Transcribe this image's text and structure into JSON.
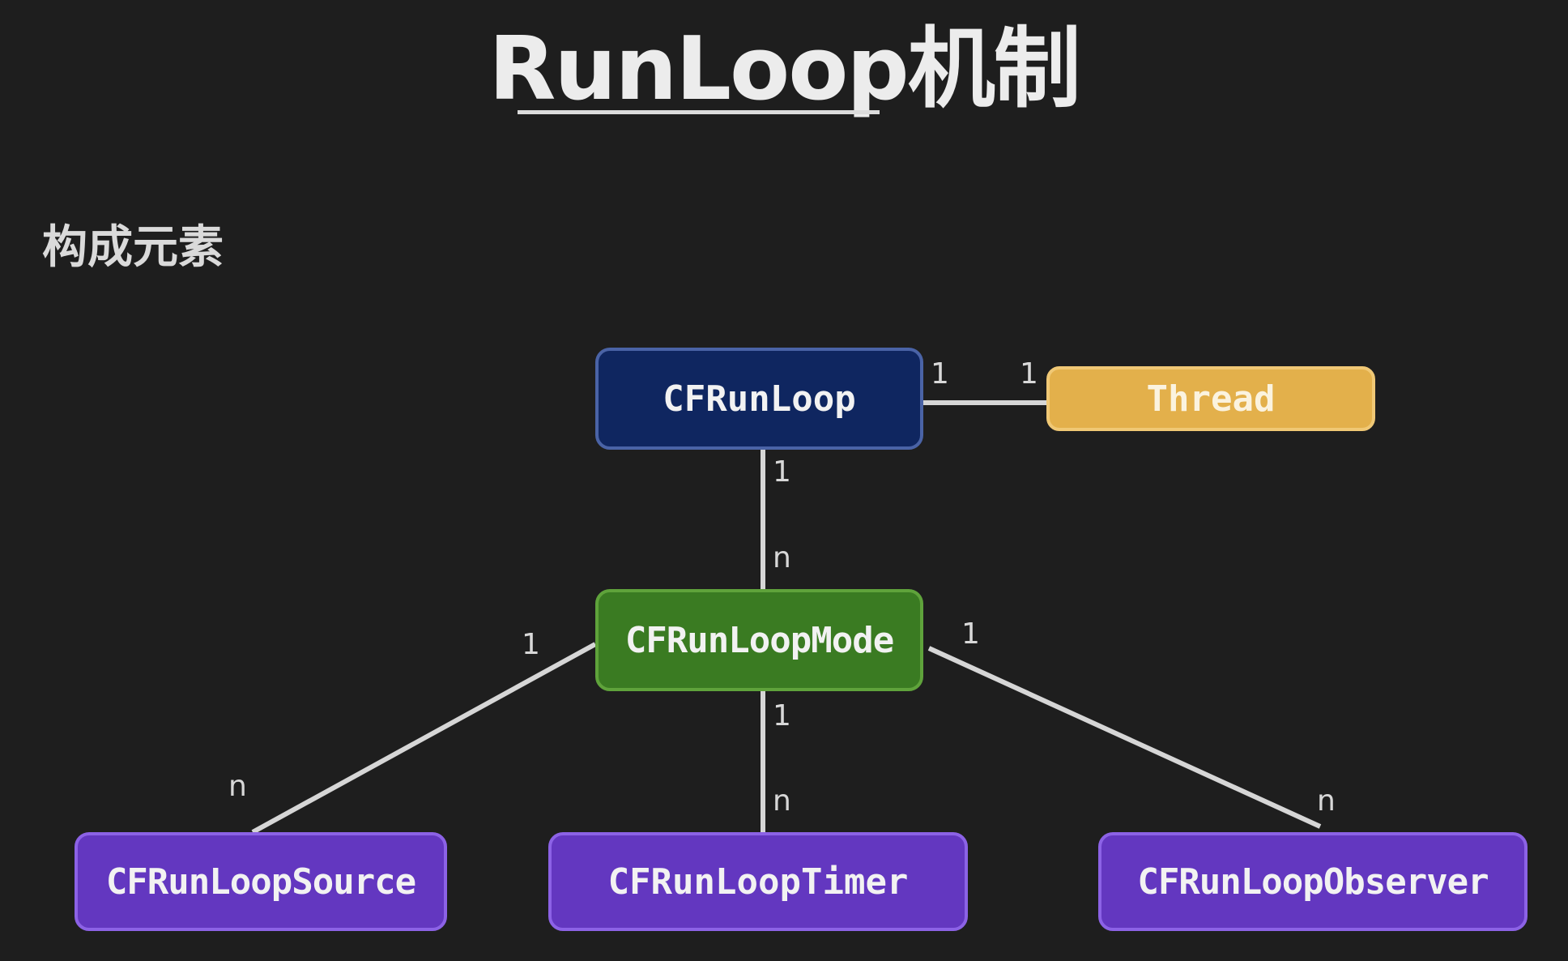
{
  "title": {
    "main": "RunLoop机制"
  },
  "subtitle": "构成元素",
  "nodes": {
    "runloop": {
      "label": "CFRunLoop",
      "color": "#0f2660"
    },
    "thread": {
      "label": "Thread",
      "color": "#e3b04b"
    },
    "mode": {
      "label": "CFRunLoopMode",
      "color": "#3a7b22"
    },
    "source": {
      "label": "CFRunLoopSource",
      "color": "#6337c0"
    },
    "timer": {
      "label": "CFRunLoopTimer",
      "color": "#6337c0"
    },
    "observer": {
      "label": "CFRunLoopObserver",
      "color": "#6337c0"
    }
  },
  "relations": [
    {
      "from": "runloop",
      "to": "thread",
      "from_card": "1",
      "to_card": "1"
    },
    {
      "from": "runloop",
      "to": "mode",
      "from_card": "1",
      "to_card": "n"
    },
    {
      "from": "mode",
      "to": "source",
      "from_card": "1",
      "to_card": "n"
    },
    {
      "from": "mode",
      "to": "timer",
      "from_card": "1",
      "to_card": "n"
    },
    {
      "from": "mode",
      "to": "observer",
      "from_card": "1",
      "to_card": "n"
    }
  ],
  "colors": {
    "background": "#1e1e1e",
    "line": "#d6d6d6",
    "text": "#ececec"
  }
}
